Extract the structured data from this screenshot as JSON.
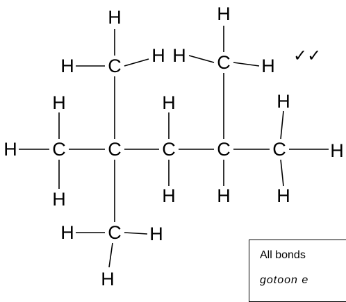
{
  "molecule": {
    "atoms": {
      "carbon": "C",
      "hydrogen": "H"
    }
  },
  "marks": {
    "checkmarks": "✓✓"
  },
  "note": {
    "line1": "All bonds",
    "line2": "gotoon  e"
  }
}
